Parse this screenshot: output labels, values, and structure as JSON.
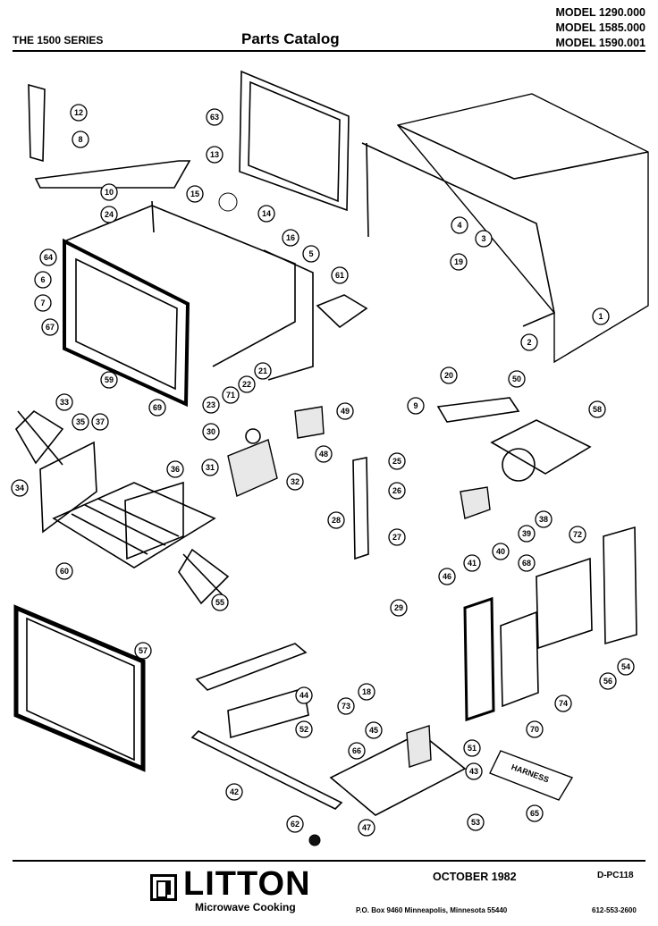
{
  "header": {
    "series": "THE 1500 SERIES",
    "title": "Parts Catalog",
    "models": [
      "MODEL 1290.000",
      "MODEL 1585.000",
      "MODEL 1590.001"
    ]
  },
  "diagram": {
    "callouts": [
      "1",
      "2",
      "3",
      "4",
      "5",
      "6",
      "7",
      "8",
      "9",
      "10",
      "12",
      "13",
      "14",
      "15",
      "16",
      "18",
      "19",
      "20",
      "21",
      "22",
      "23",
      "24",
      "25",
      "26",
      "27",
      "28",
      "29",
      "30",
      "31",
      "32",
      "33",
      "34",
      "35",
      "36",
      "37",
      "38",
      "39",
      "40",
      "41",
      "42",
      "43",
      "44",
      "45",
      "46",
      "47",
      "48",
      "49",
      "50",
      "51",
      "52",
      "53",
      "54",
      "55",
      "56",
      "57",
      "58",
      "59",
      "60",
      "61",
      "62",
      "63",
      "64",
      "65",
      "66",
      "67",
      "68",
      "69",
      "70",
      "71",
      "72",
      "73",
      "74"
    ],
    "harness_label": "HARNESS"
  },
  "footer": {
    "brand": "LITTON",
    "brand_sub": "Microwave Cooking",
    "date": "OCTOBER 1982",
    "doc_code": "D-PC118",
    "address": "P.O. Box 9460 Minneapolis, Minnesota 55440",
    "phone": "612-553-2600"
  }
}
